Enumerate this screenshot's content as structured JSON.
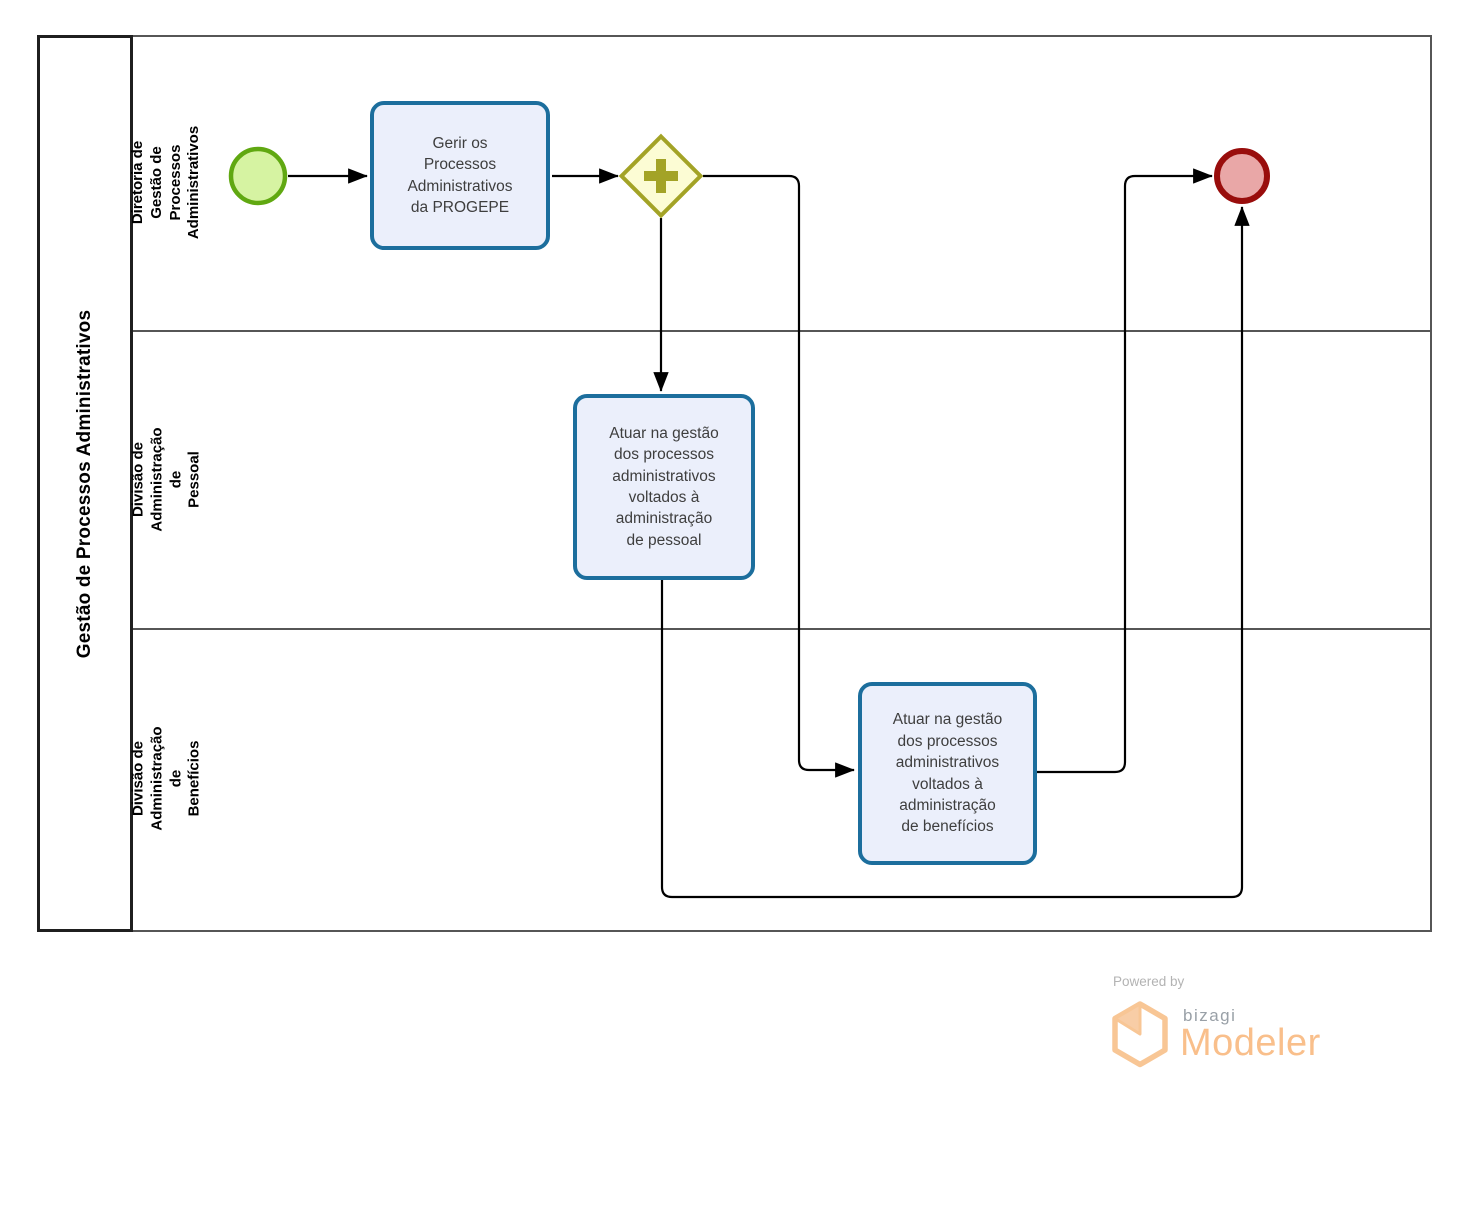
{
  "pool": {
    "title": "Gestão de Processos Administrativos",
    "lanes": [
      {
        "label": "Diretoria de Gestão de\nProcessos Administrativos"
      },
      {
        "label": "Divisão de Administração de\nPessoal"
      },
      {
        "label": "Divisão de Administração de\nBenefícios"
      }
    ]
  },
  "elements": {
    "start_event": {
      "type": "start-event",
      "lane": 0
    },
    "task_gerir": {
      "label": "Gerir os\nProcessos\nAdministrativos\nda PROGEPE",
      "lane": 0
    },
    "parallel_gateway": {
      "type": "parallel-gateway",
      "lane": 0
    },
    "task_pessoal": {
      "label": "Atuar na gestão\ndos processos\nadministrativos\nvoltados à\nadministração\nde pessoal",
      "lane": 1
    },
    "task_beneficios": {
      "label": "Atuar na gestão\ndos processos\nadministrativos\nvoltados à\nadministração\nde benefícios",
      "lane": 2
    },
    "end_event": {
      "type": "end-event",
      "lane": 0
    }
  },
  "flows": [
    {
      "from": "start_event",
      "to": "task_gerir"
    },
    {
      "from": "task_gerir",
      "to": "parallel_gateway"
    },
    {
      "from": "parallel_gateway",
      "to": "task_pessoal"
    },
    {
      "from": "parallel_gateway",
      "to": "task_beneficios"
    },
    {
      "from": "task_beneficios",
      "to": "end_event"
    },
    {
      "from": "task_pessoal",
      "to": "end_event"
    }
  ],
  "colors": {
    "task_fill": "#ebeffb",
    "task_border": "#1c6e9d",
    "start_fill": "#d6f3a2",
    "start_border": "#60a811",
    "gateway_fill": "#fcfcd4",
    "gateway_border": "#a3a326",
    "end_fill": "#e9a7a7",
    "end_border": "#990d0c",
    "lane_border": "#565656",
    "pool_border": "#1f1f1f",
    "flow_line": "#000000",
    "brand_orange": "#f9bf8b",
    "brand_gray": "#99a0a7"
  },
  "footer": {
    "powered_by": "Powered by",
    "brand": "bizagi",
    "product": "Modeler"
  }
}
